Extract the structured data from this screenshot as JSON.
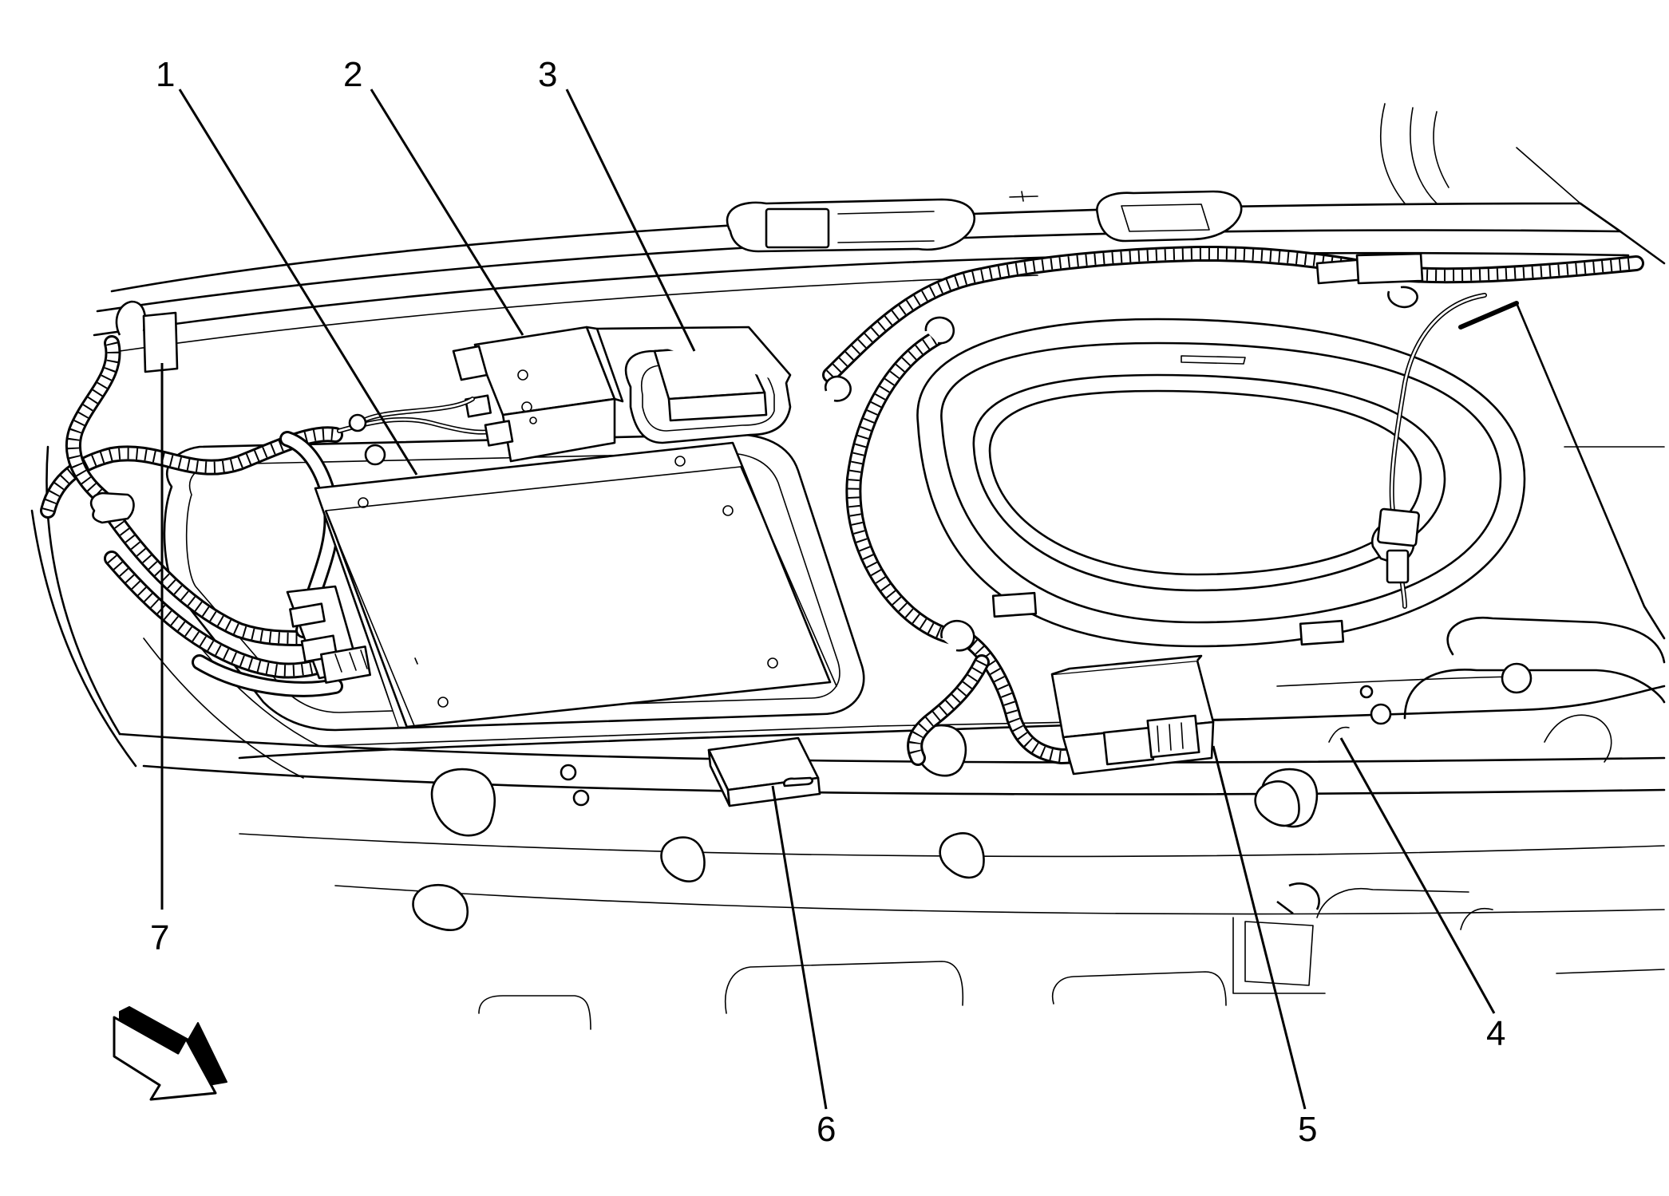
{
  "callouts": [
    {
      "id": "1",
      "text": "1"
    },
    {
      "id": "2",
      "text": "2"
    },
    {
      "id": "3",
      "text": "3"
    },
    {
      "id": "4",
      "text": "4"
    },
    {
      "id": "5",
      "text": "5"
    },
    {
      "id": "6",
      "text": "6"
    },
    {
      "id": "7",
      "text": "7"
    }
  ],
  "icons": {
    "direction_arrow": "view-direction-arrow-icon"
  },
  "colors": {
    "line": "#000000",
    "background": "#ffffff"
  }
}
